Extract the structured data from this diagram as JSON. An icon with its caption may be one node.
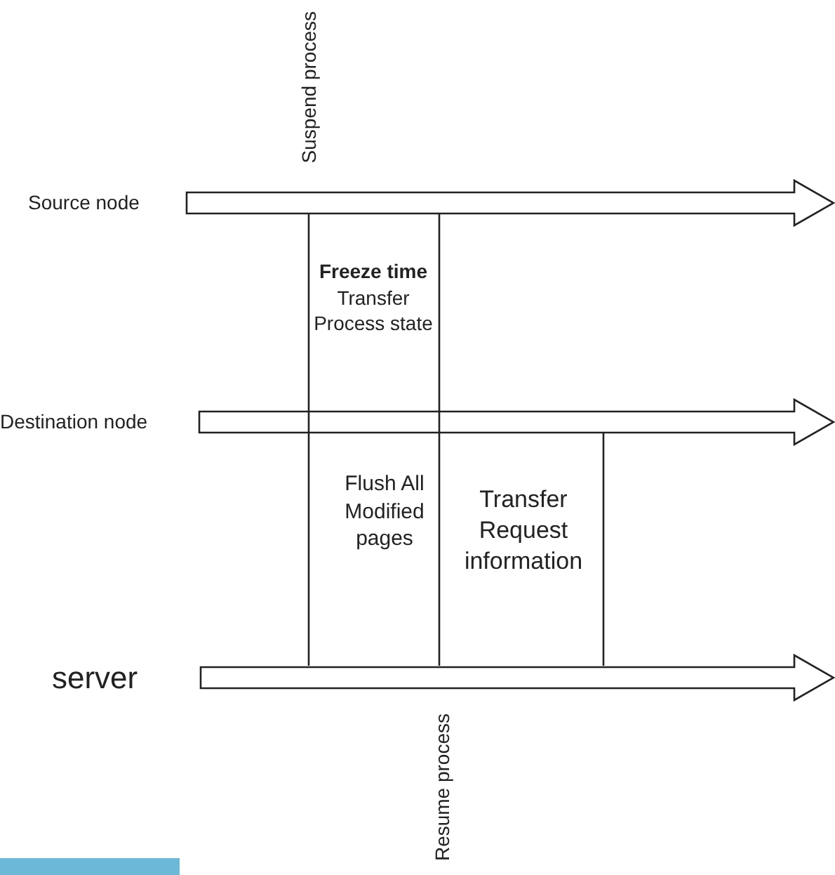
{
  "diagram": {
    "labels": [
      "Suspend process",
      "Source node",
      "Freeze time",
      "Transfer Process state",
      "Destination node",
      "Flush All Modified pages",
      "Transfer Request information",
      "server",
      "Resume process"
    ]
  }
}
